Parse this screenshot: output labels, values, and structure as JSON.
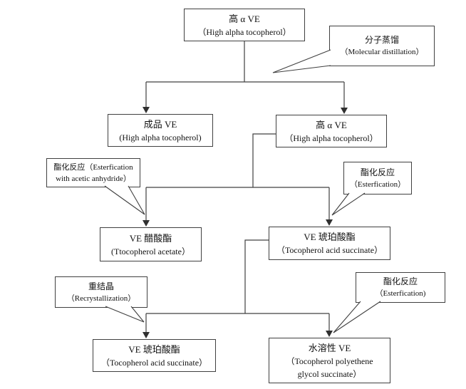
{
  "colors": {
    "line": "#404040",
    "text": "#111111",
    "box_fill": "#ffffff",
    "background": "#ffffff"
  },
  "boxes": {
    "source": {
      "zh": "高 α VE",
      "en": "（High alpha tocopherol）"
    },
    "finished_ve": {
      "zh": "成品 VE",
      "en": "(High alpha tocopherol)"
    },
    "high_alpha_ve": {
      "zh": "高 α VE",
      "en": "（High alpha tocopherol）"
    },
    "ve_acetate": {
      "zh": "VE 醋酸酯",
      "en": "(Ttocopherol acetate）"
    },
    "ve_succinate": {
      "zh": "VE 琥珀酸酯",
      "en": "（Tocopherol acid succinate）"
    },
    "ve_succinate_final": {
      "zh": "VE 琥珀酸酯",
      "en": "（Tocopherol acid succinate）"
    },
    "water_soluble_ve": {
      "zh": "水溶性 VE",
      "en": "（Tocopherol polyethene",
      "en2": "glycol succinate）"
    }
  },
  "callouts": {
    "molecular_distillation": {
      "zh": "分子蒸馏",
      "en": "（Molecular distillation）"
    },
    "esterification_acetic": {
      "line1": "酯化反应（Esterfication",
      "line2": "with acetic anhydride）"
    },
    "esterification_right": {
      "zh": "酯化反应",
      "en": "（Esterfication）"
    },
    "recrystallization": {
      "zh": "重结晶",
      "en": "（Recrystallization）"
    },
    "esterification_bottom": {
      "zh": "酯化反应",
      "en": "（Esterfication)"
    }
  }
}
